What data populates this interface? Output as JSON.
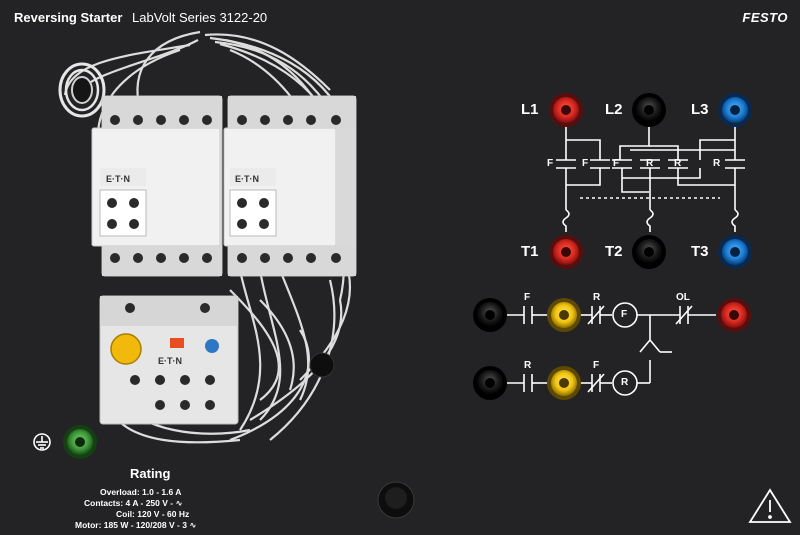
{
  "header": {
    "title": "Reversing Starter",
    "subtitle": "LabVolt Series 3122-20",
    "brand": "FESTO"
  },
  "terminals": {
    "line": [
      "L1",
      "L2",
      "L3"
    ],
    "load": [
      "T1",
      "T2",
      "T3"
    ]
  },
  "schematic": {
    "contact_f": "F",
    "contact_r": "R",
    "coil_f": "F",
    "coil_r": "R",
    "overload": "OL"
  },
  "contactor": {
    "brand_mark": "E·T·N"
  },
  "rating": {
    "title": "Rating",
    "overload": "Overload: 1.0 - 1.6 A",
    "contacts": "Contacts: 4 A - 250 V - ∿",
    "coil": "Coil: 120 V - 60 Hz",
    "motor": "Motor: 185 W - 120/208 V - 3 ∿"
  },
  "colors": {
    "red_jack": "#d8281f",
    "black_jack": "#1a1a1a",
    "blue_jack": "#1b7fd6",
    "yellow_jack": "#f2c511",
    "green_jack": "#3e9a3a",
    "panel": "#232325"
  }
}
